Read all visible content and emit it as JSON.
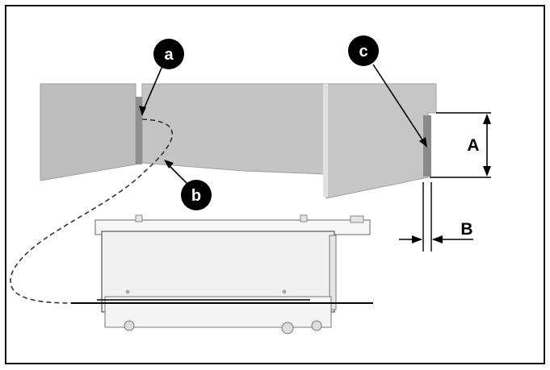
{
  "callouts": {
    "a": "a",
    "b": "b",
    "c": "c"
  },
  "dimensions": {
    "A": "A",
    "B": "B"
  },
  "colors": {
    "frame": "#111111",
    "panel": "#bdbdbd",
    "panel_dark": "#9e9e9e",
    "unit_fill": "#f2f2f2",
    "unit_stroke": "#555555",
    "callout_fill": "#000000"
  }
}
